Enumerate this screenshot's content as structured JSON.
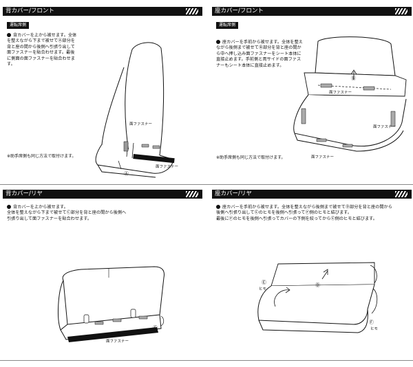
{
  "panels": {
    "back_front": {
      "title": "背カバー/フロント",
      "badge": "運転席側",
      "text": "背カバーを上から被せます。全体を整えながら下まで被せてⒶ部分を背と座の間から後側へ引張り出して面ファスナーを貼合わせます。最後に側面の面ファスナーを貼合わせます。",
      "labels": {
        "fastener_1": "面ファスナー",
        "fastener_2": "面ファスナー",
        "part_a": "Ⓐ"
      },
      "note": "※助手席側も同じ方法で取付けます。"
    },
    "seat_front": {
      "title": "座カバー/フロント",
      "badge": "運転席側",
      "text": "座カバーを手前から被せます。全体を整えながら後側まで被せてⒷ部分を背と座の間から中へ押し込み面ファスナーをシート本体に直接止めます。手前側と両サイドの面ファスナーもシート本体に直接止めます。",
      "labels": {
        "fastener_1": "面ファスナー",
        "fastener_2": "面ファスナー",
        "fastener_3": "面ファスナー",
        "part_b": "Ⓑ"
      },
      "note": "※助手席側も同じ方法で取付けます。"
    },
    "back_rear": {
      "title": "背カバー/リヤ",
      "text": "背カバーを上から被せます。\n全体を整えながら下まで被せてⒸ部分を背と座の間から後側へ\n引張り出して面ファスナーを貼合わせます。",
      "labels": {
        "fastener_1": "面ファスナー",
        "part_c": "Ⓒ"
      }
    },
    "seat_rear": {
      "title": "座カバー/リヤ",
      "text": "座カバーを手前から被せます。全体を整えながら後側まで被せてⒹ部分を背と座の間から\n後側へ引張り出してⒺのヒモを後側へ引張ってⒻ側のヒモと結びます。\n最後にⒻのヒモを後側へ引張ってカバーの下側を絞ってからⒺ側のヒモと結びます。",
      "labels": {
        "part_d": "Ⓓ",
        "part_e": "Ⓔ",
        "part_f": "Ⓕ",
        "himo_e": "ヒモ",
        "himo_f": "ヒモ"
      }
    }
  }
}
